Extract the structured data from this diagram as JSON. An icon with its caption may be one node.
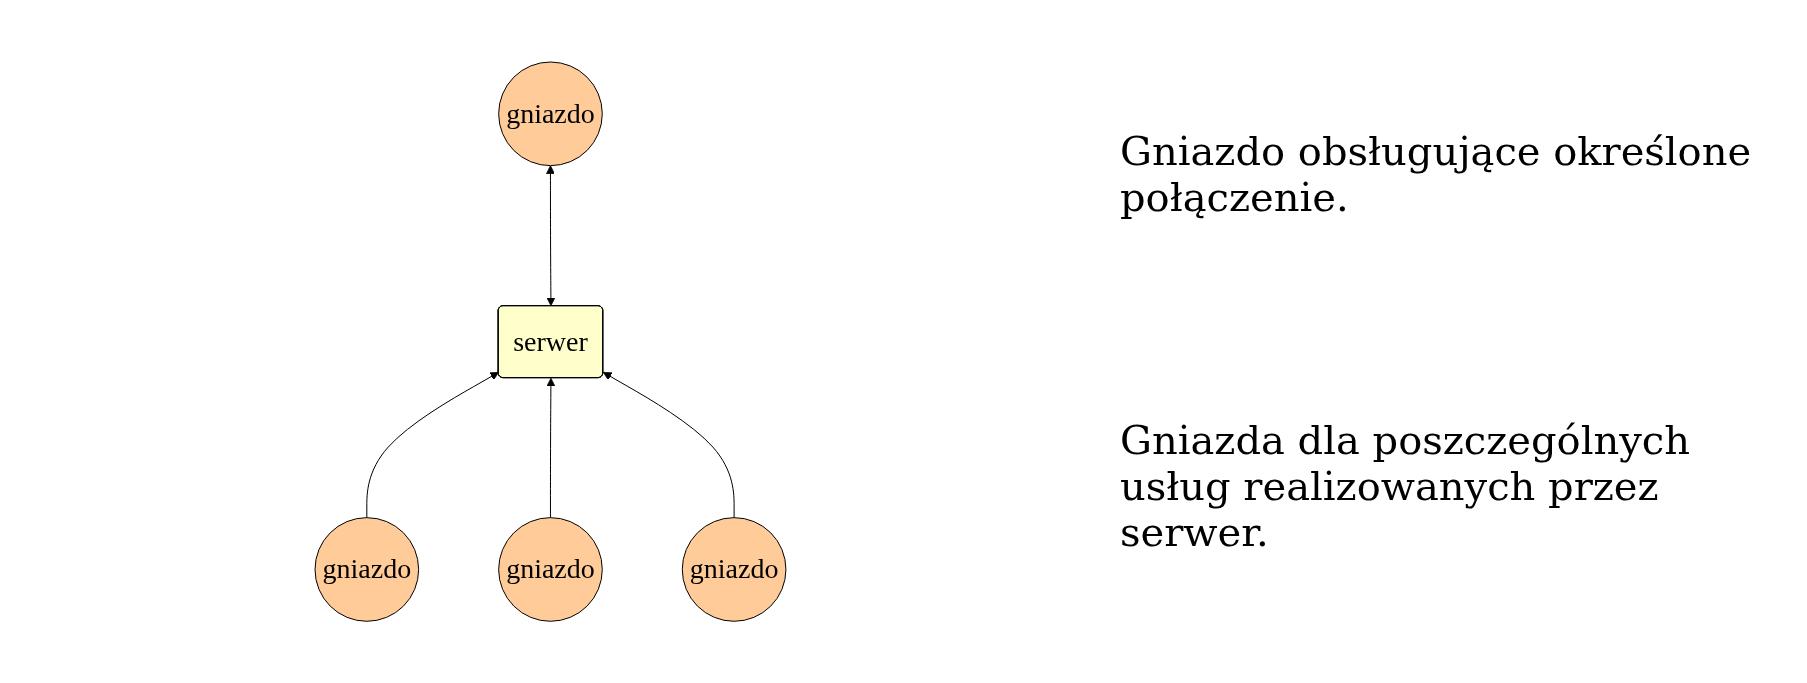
{
  "diagram": {
    "nodes": [
      {
        "text": [
          "serwer"
        ]
      },
      {
        "text": [
          "gniazdo"
        ]
      },
      {
        "text": [
          "gniazdo"
        ]
      },
      {
        "text": [
          "gniazdo"
        ]
      },
      {
        "text": [
          "gniazdo"
        ]
      }
    ],
    "edges": [
      {
        "from": 0,
        "to": 1,
        "arrow": "both"
      },
      {
        "from": 2,
        "to": 0,
        "arrow": "to"
      },
      {
        "from": 3,
        "to": 0,
        "arrow": "to"
      },
      {
        "from": 4,
        "to": 0,
        "arrow": "to"
      }
    ],
    "labels": [
      "Gniazdo obsługujące określone połączenie.",
      "Gniazda dla poszczególnych usług realizowanych przez serwer."
    ]
  }
}
